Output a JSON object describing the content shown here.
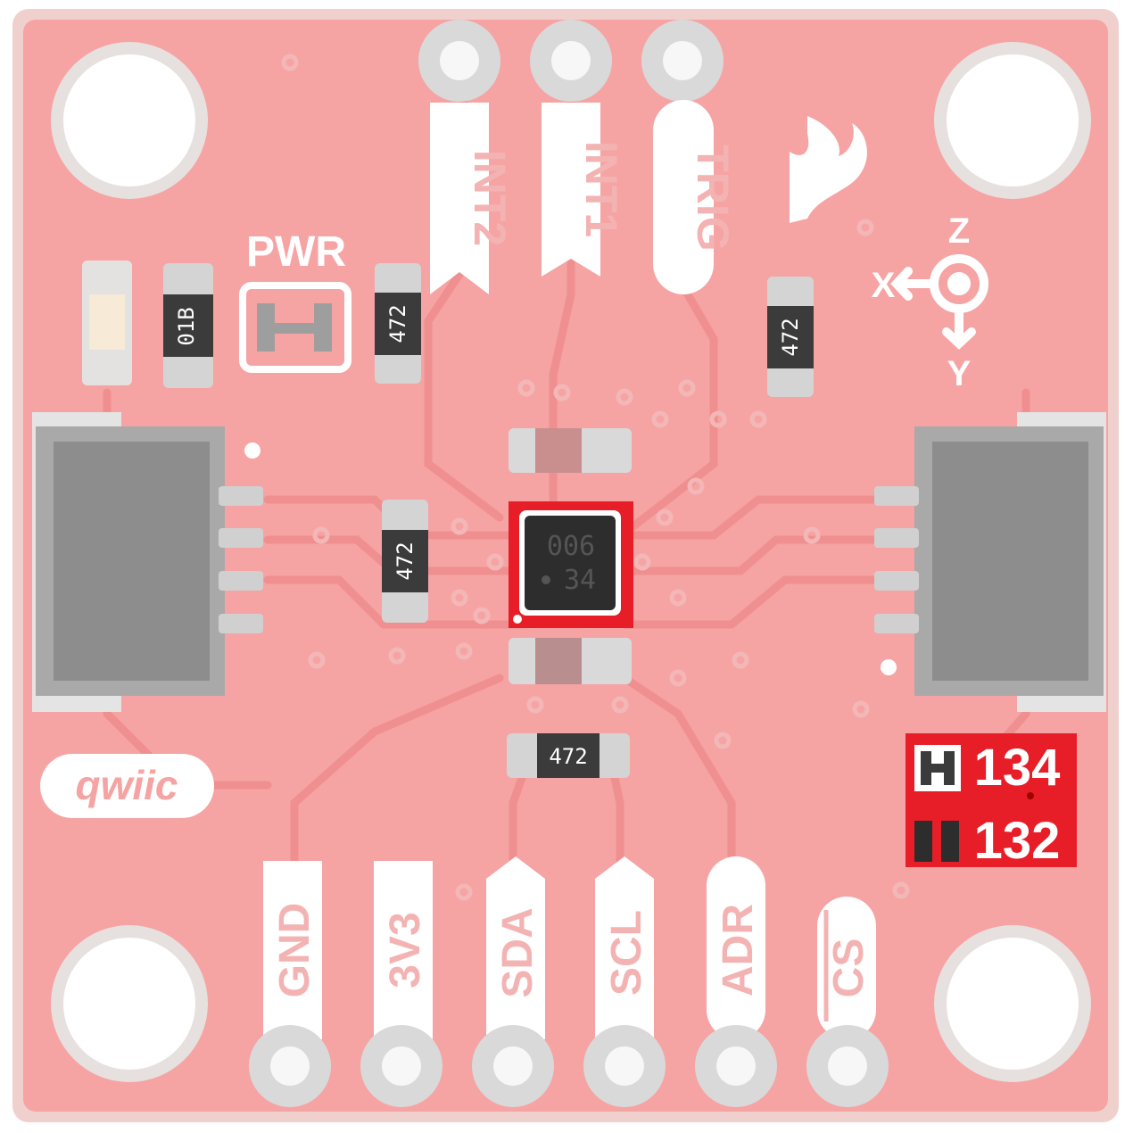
{
  "board": {
    "colors": {
      "board": "#f6a3a3",
      "board_edge": "#efd0cd",
      "trace": "#f08f8f",
      "silk": "#ffffff",
      "highlight": "#e71e28",
      "pad": "#d9d9d9"
    },
    "top_pins": [
      "INT2",
      "INT1",
      "TRIG"
    ],
    "bottom_pins": [
      "GND",
      "3V3",
      "SDA",
      "SCL",
      "ADR",
      "CS"
    ],
    "pwr_label": "PWR",
    "axis": {
      "x": "X",
      "y": "Y",
      "z": "Z"
    },
    "resistor_code": "472",
    "led_resistor_code": "01B",
    "sensor_chip": {
      "line1": "006",
      "line2": "34"
    },
    "qwiic_logo": "qwiic",
    "address_jumper": {
      "option_a": "134",
      "option_b": "132"
    },
    "logo_icon": "sparkfun-flame-icon"
  }
}
